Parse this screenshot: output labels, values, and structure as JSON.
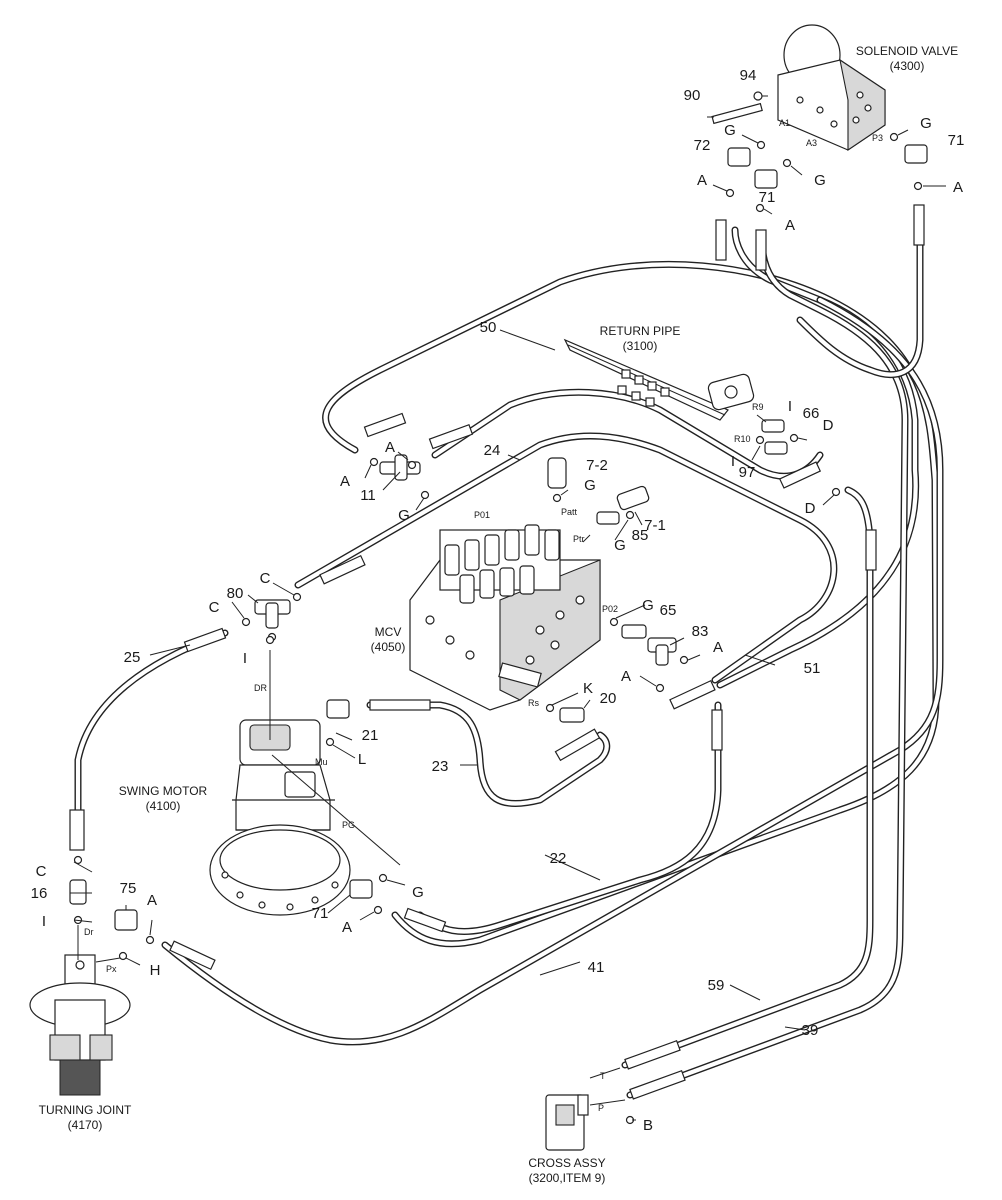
{
  "components": {
    "solenoid_valve": {
      "name": "SOLENOID VALVE",
      "ref": "(4300)"
    },
    "return_pipe": {
      "name": "RETURN PIPE",
      "ref": "(3100)"
    },
    "mcv": {
      "name": "MCV",
      "ref": "(4050)"
    },
    "swing_motor": {
      "name": "SWING MOTOR",
      "ref": "(4100)"
    },
    "turning_joint": {
      "name": "TURNING JOINT",
      "ref": "(4170)"
    },
    "cross_assy": {
      "name": "CROSS ASSY",
      "ref": "(3200,ITEM 9)"
    }
  },
  "hose_numbers": {
    "h50": "50",
    "h24": "24",
    "h25": "25",
    "h23": "23",
    "h51": "51",
    "h22": "22",
    "h41": "41",
    "h59": "59",
    "h39": "39"
  },
  "part_numbers": {
    "p94": "94",
    "p90": "90",
    "p72": "72",
    "p71a": "71",
    "p71b": "71",
    "p71c": "71",
    "p11": "11",
    "p72b": "7-2",
    "p71d": "7-1",
    "p85": "85",
    "p80": "80",
    "p66": "66",
    "p97": "97",
    "p65": "65",
    "p83": "83",
    "p21": "21",
    "p20": "20",
    "p16": "16",
    "p75": "75"
  },
  "seal_letters": {
    "g1": "G",
    "g2": "G",
    "g3": "G",
    "g4": "G",
    "g5": "G",
    "g6": "G",
    "g7": "G",
    "g8": "G",
    "a1": "A",
    "a2": "A",
    "a3": "A",
    "a4": "A",
    "a5": "A",
    "a6": "A",
    "a7": "A",
    "a8": "A",
    "a9": "A",
    "c1": "C",
    "c2": "C",
    "c3": "C",
    "i1": "I",
    "i2": "I",
    "i3": "I",
    "i4": "I",
    "d1": "D",
    "d2": "D",
    "l1": "L",
    "k1": "K",
    "h1": "H",
    "b1": "B"
  },
  "port_labels": {
    "a1": "A1",
    "a3": "A3",
    "p3": "P3",
    "r9": "R9",
    "r10": "R10",
    "p01": "P01",
    "patt": "Patt",
    "ptr": "Ptr",
    "p02": "P02",
    "dr": "DR",
    "mu": "Mu",
    "rs": "Rs",
    "pg": "PG",
    "dr2": "Dr",
    "px": "Px",
    "t": "T",
    "p": "P"
  },
  "colors": {
    "line": "#222222",
    "fill": "#ffffff",
    "shade": "#d8d8d8"
  }
}
